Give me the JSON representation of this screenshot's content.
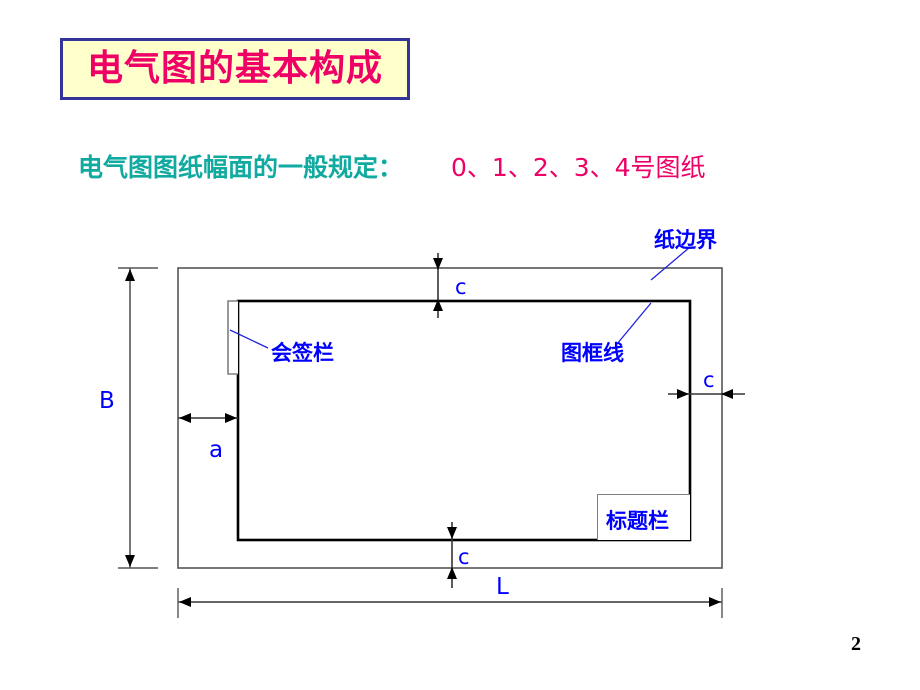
{
  "slide": {
    "title": "电气图的基本构成",
    "title_bg_color": "#ffffcc",
    "title_border_color": "#333399",
    "title_text_color": "#ee0066",
    "page_number": "2"
  },
  "subtitle": {
    "main": "电气图图纸幅面的一般规定：",
    "main_color": "#11aaa0",
    "sizes": "0、1、2、3、4号图纸",
    "sizes_color": "#ee0066"
  },
  "diagram": {
    "annotation_color": "#0000ff",
    "line_color": "#000000",
    "labels": {
      "paper_edge": "纸边界",
      "signature_block": "会签栏",
      "frame_line": "图框线",
      "title_block": "标题栏"
    },
    "dimensions": {
      "c_top": "c",
      "c_right": "c",
      "c_bottom": "c",
      "a": "a",
      "B": "B",
      "L": "L"
    }
  }
}
